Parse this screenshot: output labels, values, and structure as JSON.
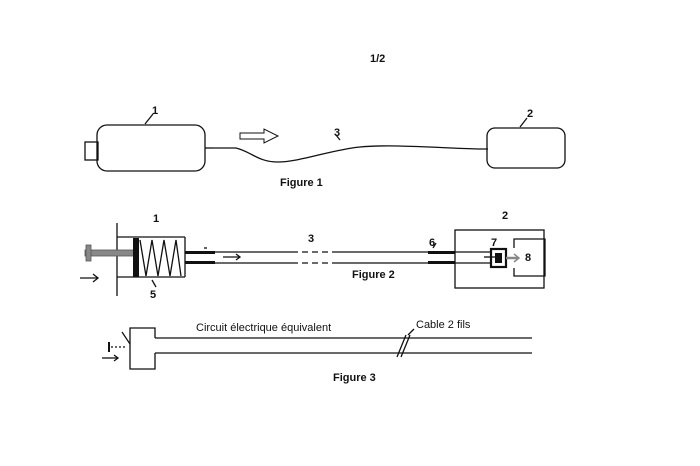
{
  "sheet": {
    "page_number": "1/2"
  },
  "figure1": {
    "caption": "Figure 1",
    "labels": {
      "unit1": "1",
      "unit2": "2",
      "cable": "3"
    }
  },
  "figure2": {
    "caption": "Figure 2",
    "labels": {
      "unit1": "1",
      "unit2": "2",
      "cable": "3",
      "spring": "5",
      "sleeve": "6",
      "piston": "7",
      "switch_block": "8"
    }
  },
  "figure3": {
    "caption": "Figure 3",
    "circuit_label": "Circuit électrique équivalent",
    "cable_label": "Cable 2 fils"
  }
}
